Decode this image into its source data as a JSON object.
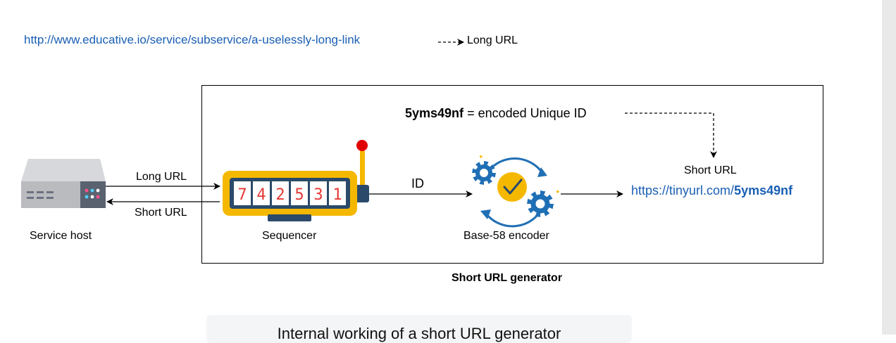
{
  "top": {
    "long_link": "http://www.educative.io/service/subservice/a-uselessly-long-link",
    "long_url_label": "Long URL"
  },
  "encoded": {
    "code": "5yms49nf",
    "text": " = encoded Unique ID"
  },
  "right": {
    "short_url_label": "Short URL",
    "tiny_prefix": "https://tinyurl.com/",
    "tiny_code": "5yms49nf"
  },
  "arrows": {
    "long_url": "Long URL",
    "short_url": "Short URL",
    "id": "ID"
  },
  "components": {
    "service_host": "Service host",
    "sequencer": "Sequencer",
    "encoder": "Base-58 encoder",
    "generator": "Short URL generator"
  },
  "sequencer_digits": [
    "7",
    "4",
    "2",
    "5",
    "3",
    "1"
  ],
  "caption": "Internal working of a short URL generator",
  "colors": {
    "link": "#1a5fb4",
    "sequencer_body": "#f5b800",
    "digit_red": "#e53935",
    "gear_blue": "#1f6fb5",
    "check_orange": "#f5b800",
    "knob_red": "#e00000"
  }
}
